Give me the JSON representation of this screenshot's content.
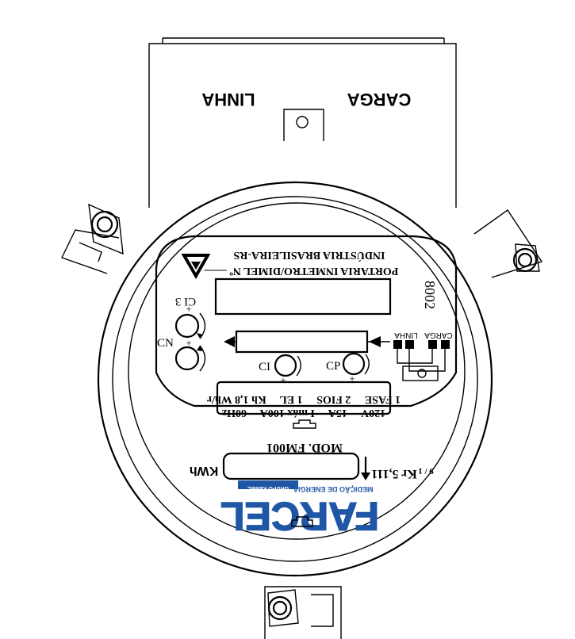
{
  "terminal_box": {
    "linha_label": "LINHA",
    "carga_label": "CARGA"
  },
  "nameplate": {
    "industry_line": "INDÚSTRIA BRASILEIRA-RS",
    "portaria_line": "PORTARIA INMETRO/DIMEL Nº ——",
    "side_code": "8002",
    "ci3_label": "CI 3",
    "cn_label": "CN",
    "ci_label": "CI",
    "cp_label": "CP",
    "plus_sign": "+",
    "wiring_linha": "LINHA",
    "wiring_carga": "CARGA",
    "spec_row1": [
      "1 FASE",
      "2 FIOS",
      "1 EL",
      "Kh 1,8 Wh/r"
    ],
    "spec_row2": [
      "120V",
      "15A",
      "I máx 100A",
      "60Hz"
    ],
    "model": "MOD. FM001",
    "kwh_label": "KWh",
    "kr_label": "Kr 5,111",
    "kr_fraction": "9 / 1"
  },
  "brand": {
    "name": "FARCEL",
    "tagline": "MEDIÇÃO DE ENERGIA",
    "group": "GRUPO KEMEL",
    "color": "#1f57a6"
  }
}
